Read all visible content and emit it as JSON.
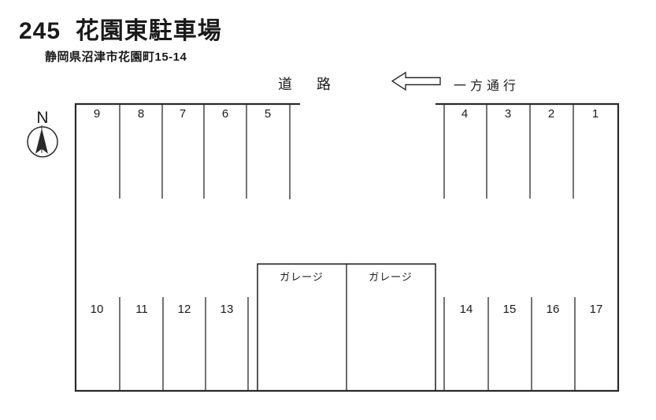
{
  "header": {
    "title": "245  花園東駐車場",
    "address": "静岡県沼津市花園町15-14"
  },
  "road": {
    "label": "道路",
    "one_way_label": "一方通行",
    "arrow_direction": "left"
  },
  "compass": {
    "north_label": "N"
  },
  "lot": {
    "spaces_top_left": [
      "9",
      "8",
      "7",
      "6",
      "5"
    ],
    "spaces_top_right": [
      "4",
      "3",
      "2",
      "1"
    ],
    "spaces_bottom_left": [
      "10",
      "11",
      "12",
      "13"
    ],
    "spaces_bottom_right": [
      "14",
      "15",
      "16",
      "17"
    ],
    "garage_left_label": "ガレージ",
    "garage_right_label": "ガレージ"
  },
  "colors": {
    "line": "#2a2a2a",
    "background": "#ffffff",
    "text": "#1a1a1a"
  }
}
